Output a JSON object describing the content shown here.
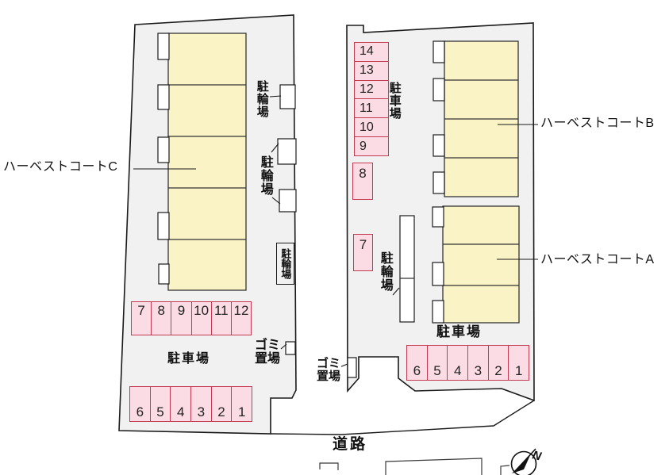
{
  "plan": {
    "buildings": {
      "c": {
        "label": "ハーベストコートC"
      },
      "b": {
        "label": "ハーベストコートB"
      },
      "a": {
        "label": "ハーベストコートA"
      }
    },
    "areas": {
      "parking_lot": "駐車場",
      "bicycle": "駐輪場",
      "garbage_line1": "ゴミ",
      "garbage_line2": "置場",
      "road": "道路"
    },
    "spaces": {
      "left_upper": [
        "7",
        "8",
        "9",
        "10",
        "11",
        "12"
      ],
      "left_lower": [
        "6",
        "5",
        "4",
        "3",
        "2",
        "1"
      ],
      "right_column": [
        "14",
        "13",
        "12",
        "11",
        "10",
        "9"
      ],
      "right_cell_8": "8",
      "right_cell_7": "7",
      "right_lower": [
        "6",
        "5",
        "4",
        "3",
        "2",
        "1"
      ]
    },
    "compass": {
      "north": "N"
    }
  },
  "colors": {
    "parcel_fill": "#f1f1f1",
    "building_fill": "#faf3c6",
    "building_stroke": "#333333",
    "space_fill": "#fbdce4",
    "space_border": "#c43a52",
    "line": "#1a1a1a"
  }
}
